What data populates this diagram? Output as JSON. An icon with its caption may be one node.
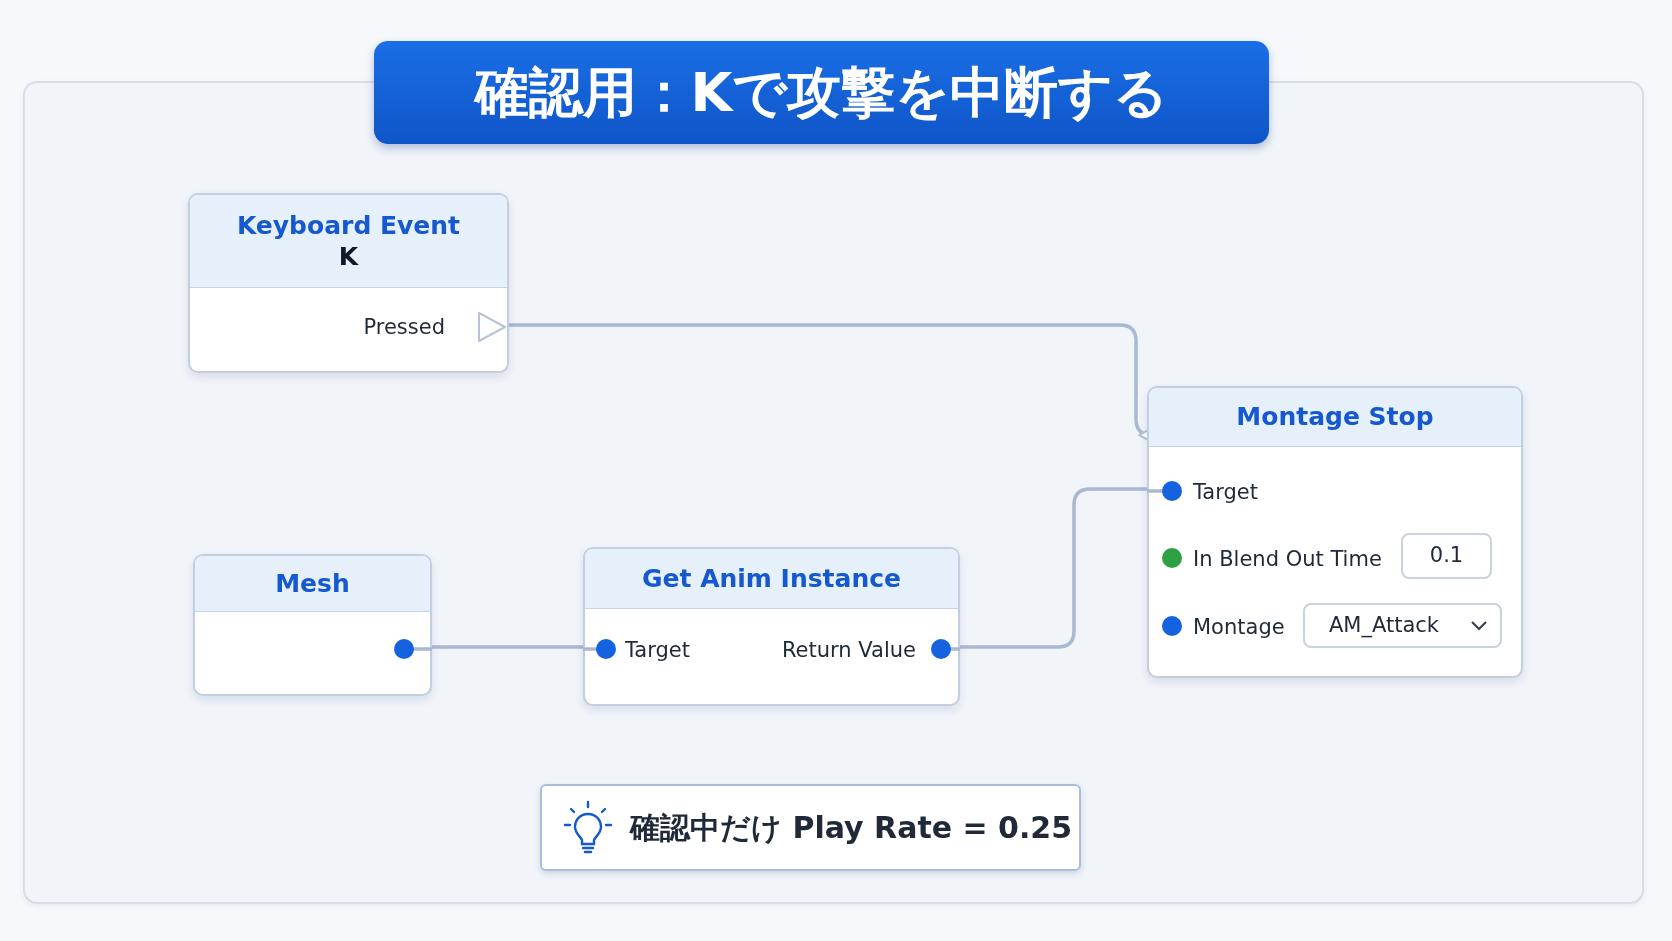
{
  "diagram": {
    "title": "確認用：Kで攻撃を中断する",
    "nodes": [
      {
        "text": [
          "Keyboard Event",
          "K",
          "Pressed"
        ]
      },
      {
        "text": [
          "Mesh"
        ]
      },
      {
        "text": [
          "Get Anim Instance",
          "Target",
          "Return Value"
        ]
      },
      {
        "text": [
          "Montage Stop",
          "Target",
          "In Blend Out Time",
          "Montage"
        ]
      },
      {
        "text": [
          "0.1"
        ],
        "in": 3
      },
      {
        "text": [
          "AM_Attack"
        ],
        "in": 3
      },
      {
        "text": [
          "確認中だけ Play Rate = 0.25"
        ]
      }
    ],
    "edges": [
      {
        "from": 0,
        "to": 3,
        "arrow": "to"
      },
      {
        "from": 1,
        "to": 2,
        "arrow": "none"
      },
      {
        "from": 2,
        "to": 3,
        "arrow": "none"
      }
    ]
  }
}
